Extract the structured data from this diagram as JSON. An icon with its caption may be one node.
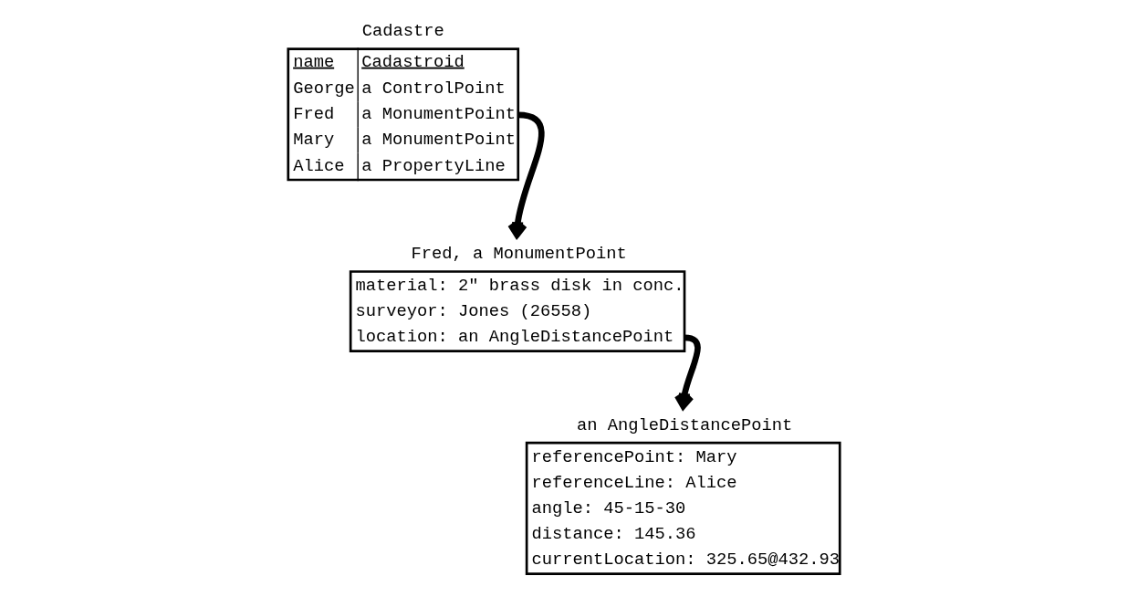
{
  "diagram": {
    "nodes": [
      {
        "text": [
          "Cadastre",
          "name",
          "Cadastroid",
          "George",
          "a ControlPoint",
          "Fred",
          "a MonumentPoint",
          "Mary",
          "a MonumentPoint",
          "Alice",
          "a PropertyLine"
        ]
      },
      {
        "text": [
          "Fred, a MonumentPoint",
          "material: 2\" brass disk in conc.",
          "surveyor: Jones (26558)",
          "location: an AngleDistancePoint"
        ]
      },
      {
        "text": [
          "an AngleDistancePoint",
          "referencePoint: Mary",
          "referenceLine: Alice",
          "angle: 45-15-30",
          "distance: 145.36",
          "currentLocation: 325.65@432.93"
        ]
      }
    ],
    "edges": [
      {
        "from": 0,
        "to": 1,
        "arrow": "to"
      },
      {
        "from": 1,
        "to": 2,
        "arrow": "to"
      }
    ]
  }
}
